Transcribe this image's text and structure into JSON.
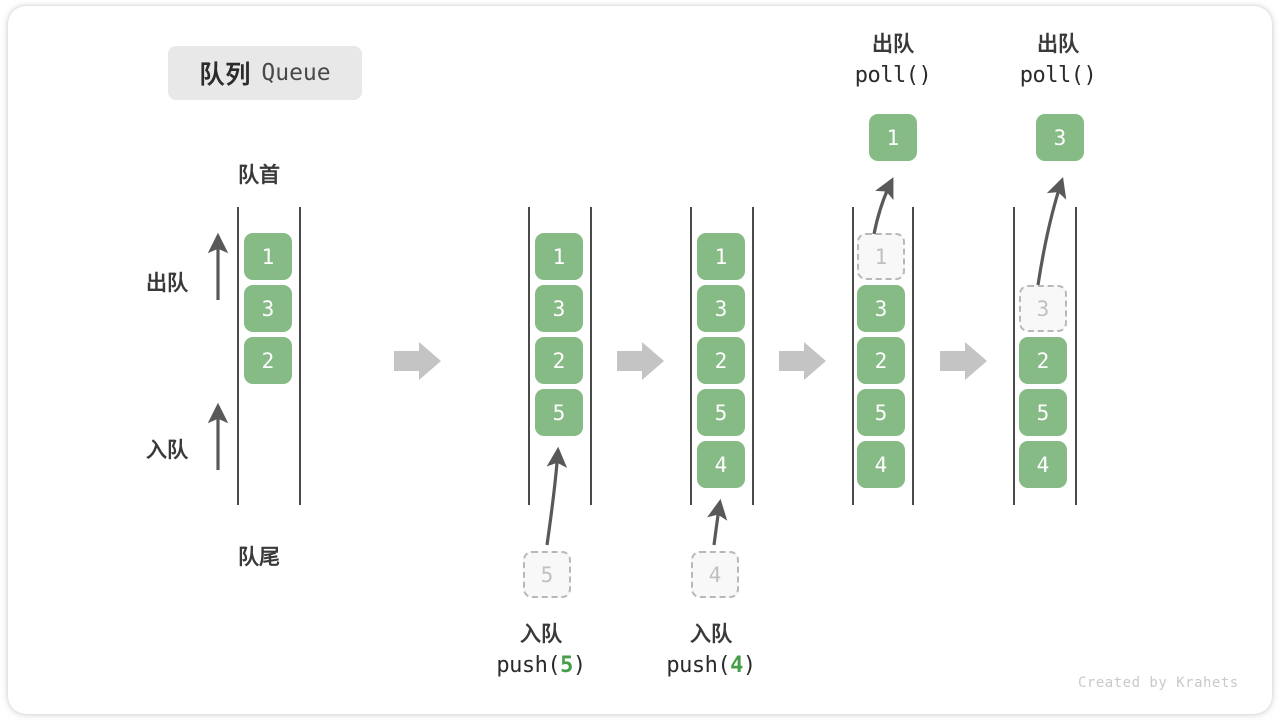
{
  "title": {
    "cn": "队列",
    "en": "Queue"
  },
  "credit": "Created by Krahets",
  "colors": {
    "node_fill": "#86bb86",
    "node_text": "#ffffff",
    "ghost_fill": "#f8f8f8",
    "ghost_border": "#b8b8b8",
    "ghost_text": "#c0c0c0",
    "rail": "#4a4a4a",
    "arrow_gray": "#595959",
    "step_arrow": "#c4c4c4",
    "badge_bg": "#e8e8e8",
    "accent_green": "#479e48"
  },
  "axis_labels": {
    "front": "队首",
    "rear": "队尾",
    "dequeue": "出队",
    "enqueue": "入队"
  },
  "operations": {
    "push5": {
      "cn": "入队",
      "fn": "push(",
      "arg": "5",
      "close": ")"
    },
    "push4": {
      "cn": "入队",
      "fn": "push(",
      "arg": "4",
      "close": ")"
    },
    "poll1": {
      "cn": "出队",
      "code": "poll()"
    },
    "poll2": {
      "cn": "出队",
      "code": "poll()"
    }
  },
  "popped": {
    "first": "1",
    "second": "3"
  },
  "incoming": {
    "five": "5",
    "four": "4"
  },
  "chart_data": {
    "type": "diagram",
    "title": "队列 Queue",
    "panels": [
      {
        "name": "initial",
        "items": [
          {
            "v": "1",
            "state": "filled"
          },
          {
            "v": "3",
            "state": "filled"
          },
          {
            "v": "2",
            "state": "filled"
          }
        ]
      },
      {
        "name": "after-push-5",
        "items": [
          {
            "v": "1",
            "state": "filled"
          },
          {
            "v": "3",
            "state": "filled"
          },
          {
            "v": "2",
            "state": "filled"
          },
          {
            "v": "5",
            "state": "filled"
          }
        ]
      },
      {
        "name": "after-push-4",
        "items": [
          {
            "v": "1",
            "state": "filled"
          },
          {
            "v": "3",
            "state": "filled"
          },
          {
            "v": "2",
            "state": "filled"
          },
          {
            "v": "5",
            "state": "filled"
          },
          {
            "v": "4",
            "state": "filled"
          }
        ]
      },
      {
        "name": "after-poll-1",
        "items": [
          {
            "v": "1",
            "state": "ghost"
          },
          {
            "v": "3",
            "state": "filled"
          },
          {
            "v": "2",
            "state": "filled"
          },
          {
            "v": "5",
            "state": "filled"
          },
          {
            "v": "4",
            "state": "filled"
          }
        ]
      },
      {
        "name": "after-poll-3",
        "items": [
          {
            "v": "",
            "state": "empty"
          },
          {
            "v": "3",
            "state": "ghost"
          },
          {
            "v": "2",
            "state": "filled"
          },
          {
            "v": "5",
            "state": "filled"
          },
          {
            "v": "4",
            "state": "filled"
          }
        ]
      }
    ]
  }
}
